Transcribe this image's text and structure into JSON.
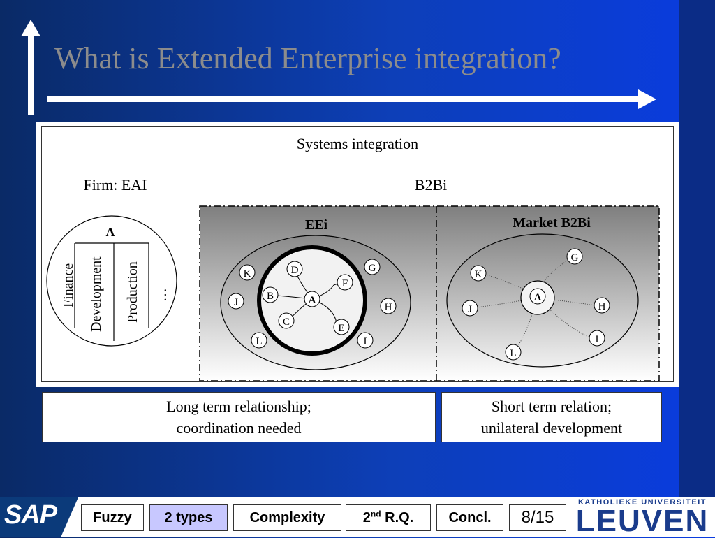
{
  "title": "What is Extended Enterprise integration?",
  "table": {
    "header": "Systems integration",
    "firm_label": "Firm: EAI",
    "b2bi_label": "B2Bi"
  },
  "eai": {
    "node": "A",
    "departments": [
      "Finance",
      "Development",
      "Production",
      "…"
    ]
  },
  "eei": {
    "title": "EEi",
    "center": "A",
    "inner_nodes": [
      "D",
      "F",
      "B",
      "C",
      "E"
    ],
    "outer_nodes": [
      "K",
      "G",
      "J",
      "H",
      "L",
      "I"
    ]
  },
  "market": {
    "title": "Market B2Bi",
    "center": "A",
    "nodes": [
      "G",
      "K",
      "J",
      "H",
      "I",
      "L"
    ]
  },
  "captions": {
    "left": [
      "Long term relationship;",
      "coordination needed"
    ],
    "right": [
      "Short term relation;",
      "unilateral development"
    ]
  },
  "footer": {
    "sap": "SAP",
    "nav": {
      "fuzzy": "Fuzzy",
      "two_types": "2 types",
      "complexity": "Complexity",
      "rq_num": "2",
      "rq_sup": "nd",
      "rq_text": " R.Q.",
      "concl": "Concl."
    },
    "page": "8/15",
    "university_top": "KATHOLIEKE UNIVERSITEIT",
    "university_main": "LEUVEN"
  },
  "colors": {
    "background": "#0d3fb8",
    "title": "#8c8c8c",
    "active_nav": "#c8c8ff"
  }
}
